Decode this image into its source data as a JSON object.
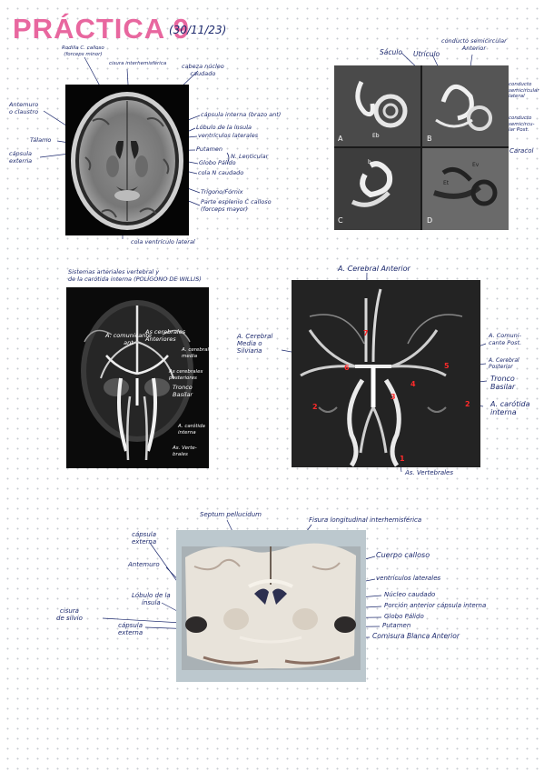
{
  "header": {
    "title": "PRÁCTICA 9",
    "date": "(30/11/23)"
  },
  "mri": {
    "labels": {
      "rodilla": "Rodilla C. calloso\n(forceps minor)",
      "cisura": "cisura interhemisférica",
      "cabeza": "cabeza núcleo\ncaudado",
      "capsula_int": "cápsula interna (brazo ant)",
      "lobulo_insula": "Lóbulo de la ínsula",
      "ventriculos": "ventrículos laterales",
      "putamen": "Putamen",
      "globo": "Globo Pálido",
      "n_lenticular": "N. Lenticular",
      "cola_caudado": "cola N caudado",
      "trigono": "Trígono/Fórnix",
      "esplenio": "Parte esplenio C calloso\n(forceps mayor)",
      "antemuro": "Antemuro\no claustro",
      "talamo": "Tálamo",
      "capsula_ext": "cápsula\nexterna",
      "cola_ventriculo": "cola ventrículo lateral"
    }
  },
  "ear": {
    "sub": [
      "A",
      "B",
      "C",
      "D"
    ],
    "inner": [
      "Eb",
      "h",
      "Ev",
      "Et"
    ],
    "labels": {
      "saculo": "Sáculo",
      "utriculo": "Utrículo",
      "conducto_ant": "conducto semicircular\nAnterior",
      "conducto_lat": "conducto\nsemicircular\nlateral",
      "conducto_post": "conducto\nsemicircu-\nlar Post.",
      "caracol": "Caracol"
    }
  },
  "angio1": {
    "caption": "Sistemas arteriales vertebral y\nde la carótida interna (POLÍGONO DE WILLIS)",
    "labels": {
      "comunicante_ant": "A. comunicante\nant",
      "cerebrales_ant": "As cerebrales\nAnteriores",
      "cerebral_media": "A. cerebral\nmedia",
      "cerebrales_post": "As cerebrales\nposteriores",
      "tronco": "Tronco\nBasilar",
      "carotida": "A. carótida\ninterna",
      "vertebrales": "As. Verte-\nbrales"
    }
  },
  "angio2": {
    "labels": {
      "cerebral_ant": "A. Cerebral Anterior",
      "cerebral_media": "A. Cerebral\nMedia o\nSilviana",
      "comunicante_post": "A. Comuni-\ncante Post.",
      "cerebral_post": "A. Cerebral\nPosterior",
      "tronco": "Tronco\nBasilar",
      "carotida": "A. carótida\ninterna",
      "vertebrales": "As. Vertebrales"
    },
    "numbers": [
      "1",
      "2",
      "3",
      "4",
      "5",
      "6",
      "7"
    ]
  },
  "brain": {
    "labels": {
      "septum": "Septum pellucidum",
      "fisura": "Fisura longitudinal interhemisférica",
      "capsula_ext1": "cápsula\nexterna",
      "antemuro": "Antemuro",
      "cuerpo_calloso": "Cuerpo calloso",
      "ventriculos": "ventrículos laterales",
      "lobulo_insula": "Lóbulo de la\nínsula",
      "cisura_silvio": "cisura\nde silvio",
      "capsula_ext2": "cápsula\nexterna",
      "nucleo_caudado": "Núcleo caudado",
      "porcion_anterior": "Porción anterior cápsula interna",
      "globo": "Globo Pálido",
      "putamen": "Putamen",
      "comisura": "Comisura Blanca Anterior"
    }
  },
  "colors": {
    "title": "#e8679f",
    "ink": "#1d2a6e",
    "markers": "#ff2a2a"
  }
}
